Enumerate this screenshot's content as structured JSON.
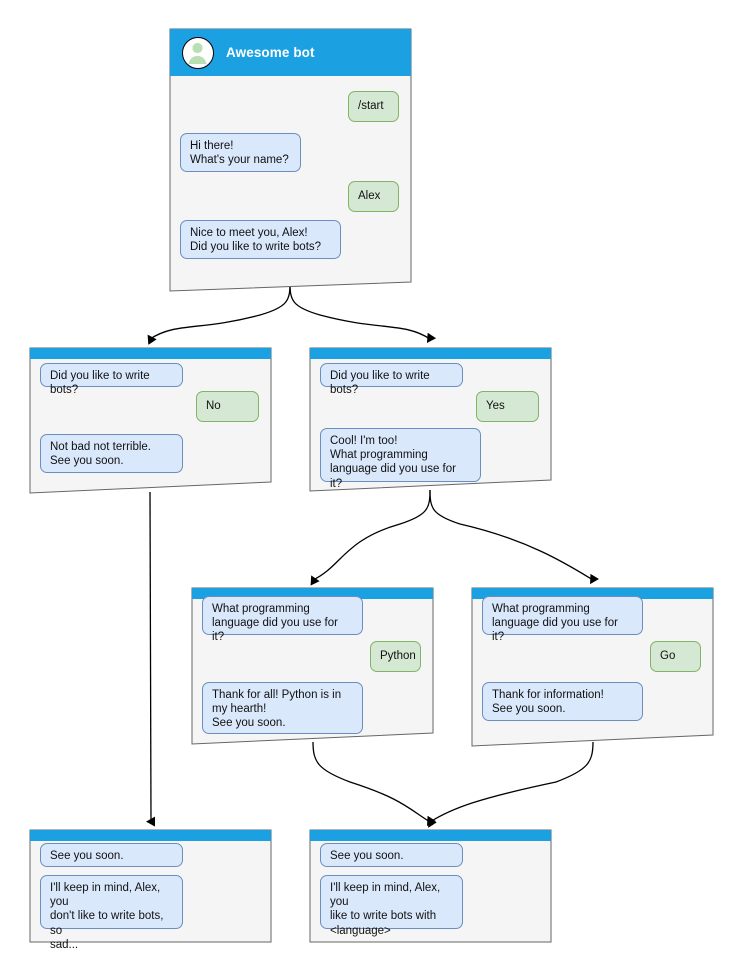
{
  "diagram": {
    "title": "Telegram bot conversation flow",
    "colors": {
      "titlebar": "#1ba1e2",
      "card_fill": "#f5f5f5",
      "card_stroke": "#666666",
      "bot_bubble_fill": "#dae8fc",
      "bot_bubble_stroke": "#6c8ebf",
      "user_bubble_fill": "#d5e8d4",
      "user_bubble_stroke": "#82b366",
      "avatar_fill": "#ffffff",
      "avatar_icon": "#b9dfb4",
      "connector": "#000000"
    }
  },
  "cards": {
    "start": {
      "bot_name": "Awesome bot",
      "avatar_icon": "person-icon",
      "messages": [
        {
          "role": "user",
          "text": "/start"
        },
        {
          "role": "bot",
          "text": "Hi there!\nWhat's your name?"
        },
        {
          "role": "user",
          "text": "Alex"
        },
        {
          "role": "bot",
          "text": "Nice to meet you, Alex!\nDid you like to write bots?"
        }
      ]
    },
    "no_branch": {
      "messages": [
        {
          "role": "bot",
          "text": "Did you like to write bots?"
        },
        {
          "role": "user",
          "text": "No"
        },
        {
          "role": "bot",
          "text": "Not bad not terrible.\nSee you soon."
        }
      ]
    },
    "yes_branch": {
      "messages": [
        {
          "role": "bot",
          "text": "Did you like to write bots?"
        },
        {
          "role": "user",
          "text": "Yes"
        },
        {
          "role": "bot",
          "text": "Cool! I'm too!\nWhat programming\nlanguage did you use for it?"
        }
      ]
    },
    "python_branch": {
      "messages": [
        {
          "role": "bot",
          "text": "What programming\nlanguage did you use for it?"
        },
        {
          "role": "user",
          "text": "Python"
        },
        {
          "role": "bot",
          "text": "Thank for all! Python is in\nmy hearth!\nSee you soon."
        }
      ]
    },
    "go_branch": {
      "messages": [
        {
          "role": "bot",
          "text": "What programming\nlanguage did you use for it?"
        },
        {
          "role": "user",
          "text": "Go"
        },
        {
          "role": "bot",
          "text": "Thank for information!\nSee you soon."
        }
      ]
    },
    "end_no": {
      "messages": [
        {
          "role": "bot",
          "text": "See you soon."
        },
        {
          "role": "bot",
          "text": "I'll keep in mind, Alex, you\ndon't like to write bots, so\nsad..."
        }
      ]
    },
    "end_yes": {
      "messages": [
        {
          "role": "bot",
          "text": "See you soon."
        },
        {
          "role": "bot",
          "text": "I'll keep in mind, Alex, you\nlike to write bots with\n<language>"
        }
      ]
    }
  }
}
